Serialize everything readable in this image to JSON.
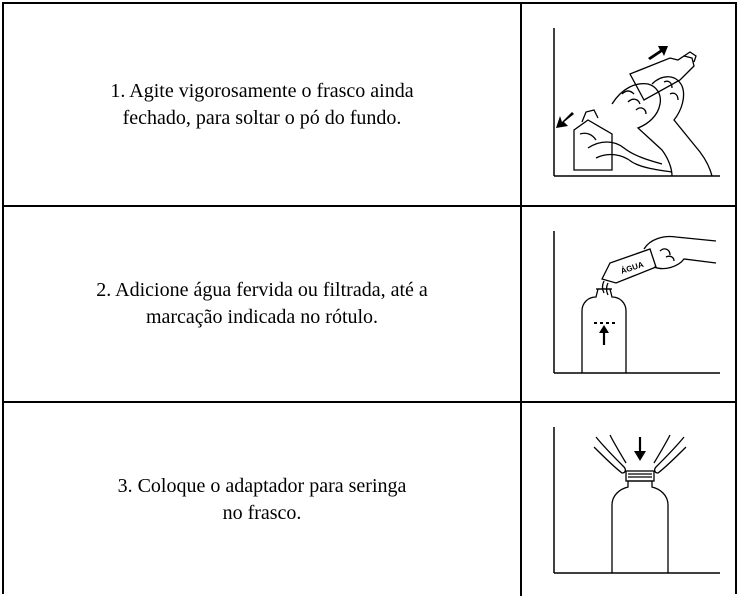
{
  "steps": [
    {
      "line1": "1. Agite vigorosamente o frasco ainda",
      "line2": "fechado, para soltar o pó do fundo.",
      "illustration": "shake-bottle-illustration"
    },
    {
      "line1": "2. Adicione água fervida ou filtrada, até a",
      "line2": "marcação indicada no rótulo.",
      "illustration": "add-water-illustration",
      "cup_label": "ÁGUA"
    },
    {
      "line1": "3. Coloque o adaptador para seringa",
      "line2": "no frasco.",
      "illustration": "insert-adapter-illustration"
    }
  ]
}
